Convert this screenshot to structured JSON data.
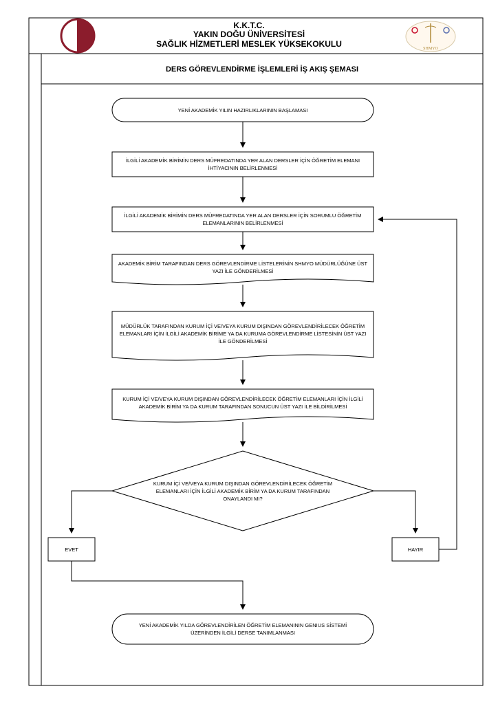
{
  "header": {
    "line1": "K.K.T.C.",
    "line2": "YAKIN DOĞU ÜNİVERSİTESİ",
    "line3": "SAĞLIK HİZMETLERİ MESLEK YÜKSEKOKULU",
    "right_logo_text": "SHMYO"
  },
  "title": "DERS GÖREVLENDİRME İŞLEMLERİ İŞ AKIŞ ŞEMASI",
  "flow": {
    "start": "YENİ AKADEMİK YILIN HAZIRLIKLARININ BAŞLAMASI",
    "step1": "İLGİLİ AKADEMİK BİRİMİN DERS MÜFREDATINDA YER ALAN DERSLER İÇİN ÖĞRETİM ELEMANI İHTİYACININ BELİRLENMESİ",
    "step2": "İLGİLİ AKADEMİK BİRİMİN DERS MÜFREDATINDA YER ALAN DERSLER İÇİN SORUMLU ÖĞRETİM ELEMANLARININ BELİRLENMESİ",
    "step3": "AKADEMİK BİRİM TARAFINDAN DERS GÖREVLENDİRME LİSTELERİNİN SHMYO MÜDÜRLÜĞÜNE ÜST YAZI İLE GÖNDERİLMESİ",
    "step4": "MÜDÜRLÜK TARAFINDAN KURUM İÇİ VE/VEYA KURUM DIŞINDAN GÖREVLENDİRİLECEK ÖĞRETİM ELEMANLARI İÇİN İLGİLİ AKADEMİK BİRİME YA DA KURUMA GÖREVLENDİRME LİSTESİNİN ÜST YAZI İLE GÖNDERİLMESİ",
    "step5": "KURUM İÇİ VE/VEYA KURUM DIŞINDAN GÖREVLENDİRİLECEK ÖĞRETİM ELEMANLARI İÇİN İLGİLİ AKADEMİK BİRİM YA DA KURUM TARAFINDAN SONUCUN ÜST YAZI İLE BİLDİRİLMESİ",
    "decision": "KURUM İÇİ VE/VEYA KURUM DIŞINDAN GÖREVLENDİRİLECEK ÖĞRETİM ELEMANLARI İÇİN İLGİLİ AKADEMİK BİRİM YA DA KURUM TARAFINDAN ONAYLANDI MI?",
    "yes": "EVET",
    "no": "HAYIR",
    "end": "YENİ AKADEMİK YILDA GÖREVLENDİRİLEN ÖĞRETİM ELEMANININ GENIUS SİSTEMİ ÜZERİNDEN İLGİLİ DERSE TANIMLANMASI"
  },
  "colors": {
    "logo_red": "#8b1c2c",
    "line": "#000000"
  }
}
